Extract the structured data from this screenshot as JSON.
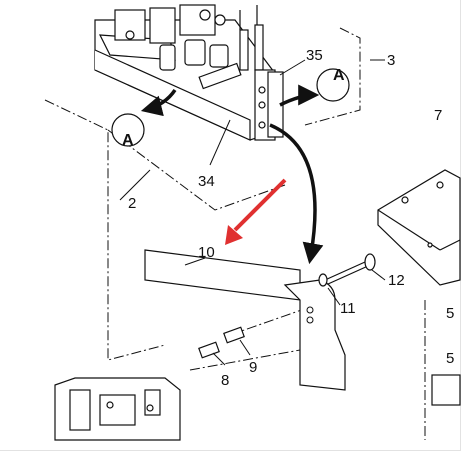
{
  "diagram": {
    "callouts": {
      "c2": "2",
      "c3": "3",
      "c7": "7",
      "c8": "8",
      "c9": "9",
      "c10": "10",
      "c11": "11",
      "c12": "12",
      "c34": "34",
      "c35": "35",
      "c5a": "5",
      "c5b": "5"
    },
    "view_markers": {
      "left": "A",
      "right": "A"
    },
    "colors": {
      "line": "#111111",
      "highlight_arrow": "#e03030"
    }
  }
}
